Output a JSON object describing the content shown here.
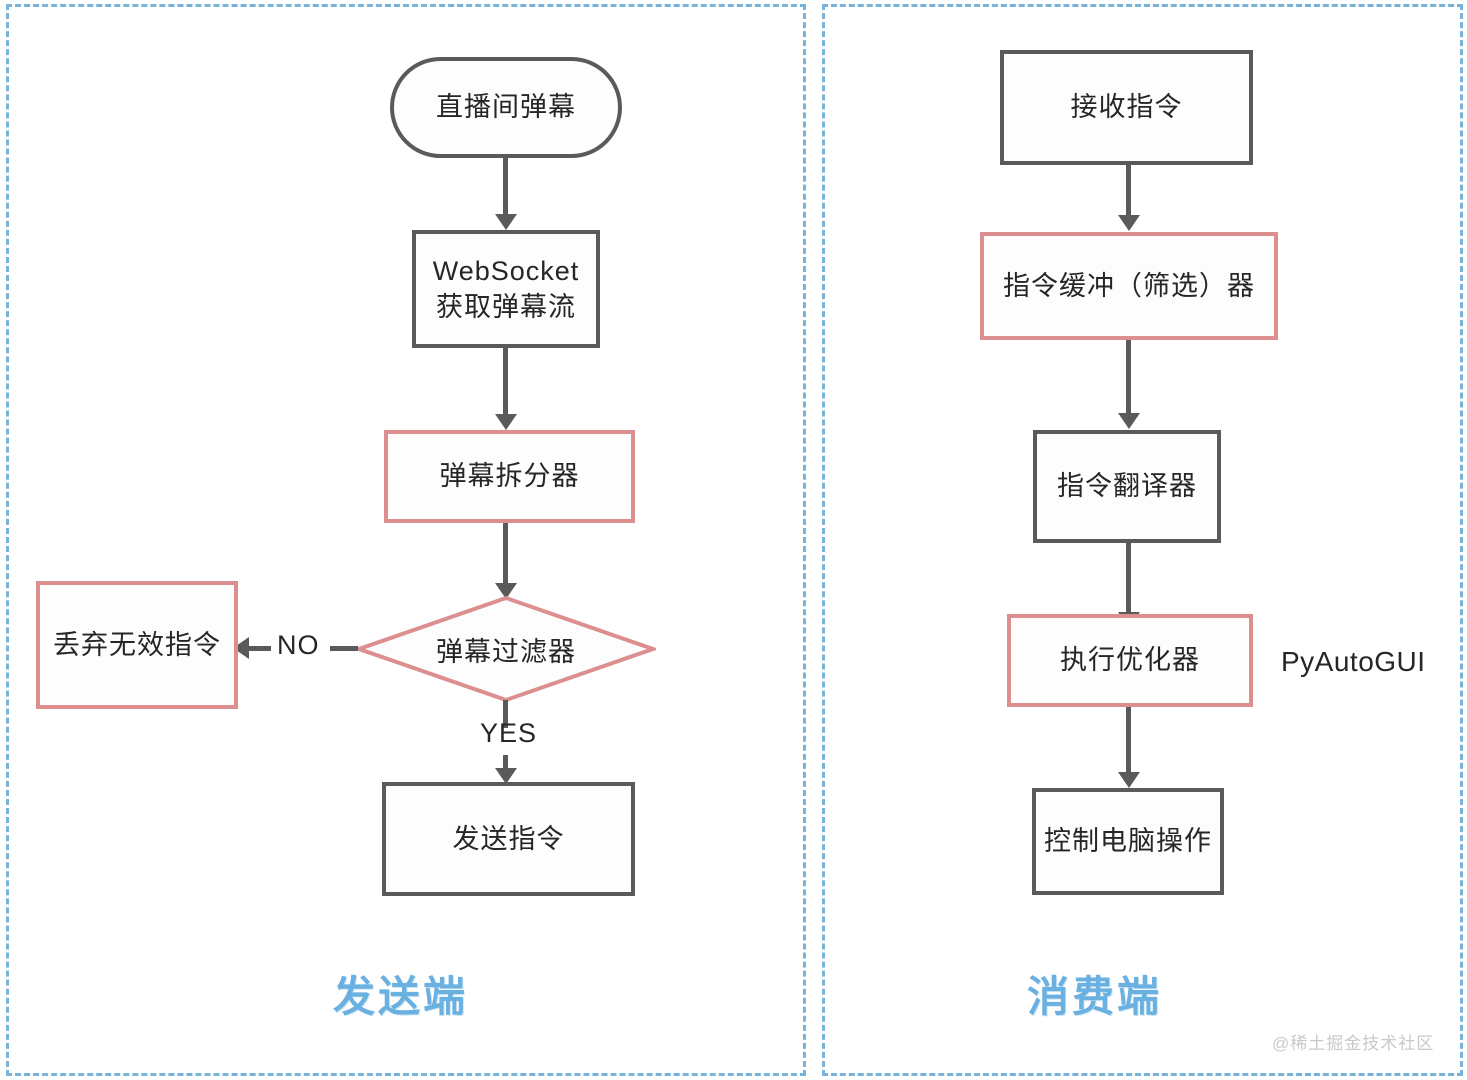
{
  "diagram": {
    "type": "flowchart",
    "panels": [
      {
        "id": "sender",
        "title": "发送端",
        "nodes": [
          {
            "id": "live-danmaku",
            "label": "直播间弹幕",
            "shape": "stadium",
            "style": "gray"
          },
          {
            "id": "websocket",
            "label": "WebSocket\n获取弹幕流",
            "line1": "WebSocket",
            "line2": "获取弹幕流",
            "shape": "rect",
            "style": "gray"
          },
          {
            "id": "danmaku-splitter",
            "label": "弹幕拆分器",
            "shape": "rect",
            "style": "pink"
          },
          {
            "id": "danmaku-filter",
            "label": "弹幕过滤器",
            "shape": "diamond",
            "style": "pink"
          },
          {
            "id": "discard-invalid",
            "label": "丢弃无效指令",
            "shape": "rect",
            "style": "pink"
          },
          {
            "id": "send-command",
            "label": "发送指令",
            "shape": "rect",
            "style": "gray"
          }
        ],
        "edges": [
          {
            "from": "live-danmaku",
            "to": "websocket",
            "label": ""
          },
          {
            "from": "websocket",
            "to": "danmaku-splitter",
            "label": ""
          },
          {
            "from": "danmaku-splitter",
            "to": "danmaku-filter",
            "label": ""
          },
          {
            "from": "danmaku-filter",
            "to": "discard-invalid",
            "label": "NO"
          },
          {
            "from": "danmaku-filter",
            "to": "send-command",
            "label": "YES"
          }
        ]
      },
      {
        "id": "consumer",
        "title": "消费端",
        "side_note": "PyAutoGUI",
        "nodes": [
          {
            "id": "receive-command",
            "label": "接收指令",
            "shape": "rect",
            "style": "gray"
          },
          {
            "id": "command-buffer",
            "label": "指令缓冲（筛选）器",
            "shape": "rect",
            "style": "pink"
          },
          {
            "id": "command-translator",
            "label": "指令翻译器",
            "shape": "rect",
            "style": "gray"
          },
          {
            "id": "exec-optimizer",
            "label": "执行优化器",
            "shape": "rect",
            "style": "pink"
          },
          {
            "id": "control-pc",
            "label": "控制电脑操作",
            "shape": "rect",
            "style": "gray"
          }
        ],
        "edges": [
          {
            "from": "receive-command",
            "to": "command-buffer",
            "label": ""
          },
          {
            "from": "command-buffer",
            "to": "command-translator",
            "label": ""
          },
          {
            "from": "command-translator",
            "to": "exec-optimizer",
            "label": ""
          },
          {
            "from": "exec-optimizer",
            "to": "control-pc",
            "label": ""
          }
        ]
      }
    ],
    "watermark": "@稀土掘金技术社区",
    "colors": {
      "panel_border": "#7ab3d9",
      "node_gray": "#5a5a5a",
      "node_pink": "#dd8f90",
      "title": "#6ab0e0",
      "text": "#262626",
      "watermark": "#c9c9c9"
    }
  }
}
